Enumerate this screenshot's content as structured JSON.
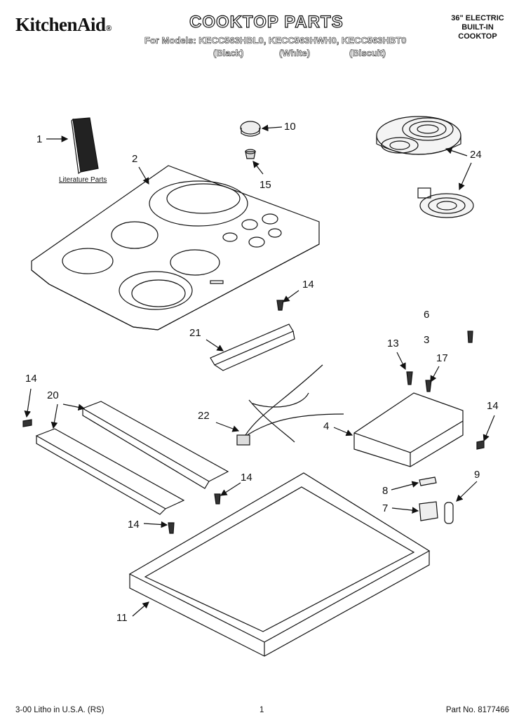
{
  "header": {
    "brand": "KitchenAid",
    "brand_mark": "®",
    "title": "COOKTOP PARTS",
    "models_line": "For Models: KECC563HBL0, KECC563HWH0, KECC563HBT0",
    "colors": [
      "(Black)",
      "(White)",
      "(Biscuit)"
    ],
    "product_type": [
      "36\" ELECTRIC",
      "BUILT-IN",
      "COOKTOP"
    ]
  },
  "diagram": {
    "literature_label": "Literature Parts",
    "callouts": {
      "c1": "1",
      "c2": "2",
      "c10": "10",
      "c15": "15",
      "c24": "24",
      "c14a": "14",
      "c6": "6",
      "c3": "3",
      "c21": "21",
      "c13": "13",
      "c17": "17",
      "c14b": "14",
      "c14c": "14",
      "c20": "20",
      "c22": "22",
      "c4": "4",
      "c14d": "14",
      "c9": "9",
      "c8": "8",
      "c7": "7",
      "c14e": "14",
      "c11": "11"
    }
  },
  "footer": {
    "litho": "3-00 Litho in U.S.A. (RS)",
    "page": "1",
    "part_no": "Part No. 8177466"
  }
}
